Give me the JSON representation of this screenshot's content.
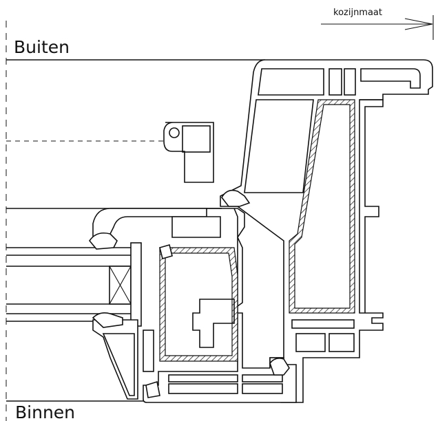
{
  "labels": {
    "outside": "Buiten",
    "inside": "Binnen",
    "frame_dimension": "kozijnmaat"
  }
}
